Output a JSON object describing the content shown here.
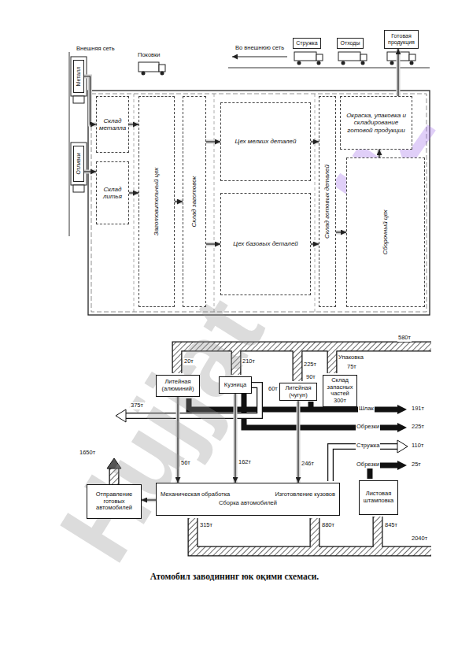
{
  "diagram": {
    "caption": "Атомобил заводининг юк оқими схемаси.",
    "nodes": [
      {
        "text": [
          "Склад металла"
        ]
      },
      {
        "text": [
          "Склад литья"
        ]
      },
      {
        "text": [
          "Заготовительный цех"
        ]
      },
      {
        "text": [
          "Склад заготовок"
        ]
      },
      {
        "text": [
          "Цех мелких деталей"
        ]
      },
      {
        "text": [
          "Цех базовых деталей"
        ]
      },
      {
        "text": [
          "Склад готовых деталей"
        ]
      },
      {
        "text": [
          "Окраска, упаковка и складирование готовой продукции"
        ]
      },
      {
        "text": [
          "Сборочный цех"
        ]
      },
      {
        "text": [
          "Металл"
        ]
      },
      {
        "text": [
          "Отливки"
        ]
      },
      {
        "text": [
          "Стружка"
        ]
      },
      {
        "text": [
          "Отходы"
        ]
      },
      {
        "text": [
          "Готовая продукция"
        ]
      },
      {
        "text": [
          "Литейная (алюминий)"
        ]
      },
      {
        "text": [
          "Кузница"
        ]
      },
      {
        "text": [
          "Литейная (чугун)"
        ]
      },
      {
        "text": [
          "Склад запасных частей 300т"
        ]
      },
      {
        "text": [
          "Механическая обработка",
          "Изготовление кузовов",
          "Сборка автомобилей"
        ]
      },
      {
        "text": [
          "Отправление готовых автомобилей"
        ]
      },
      {
        "text": [
          "Листовая штамповка"
        ]
      }
    ],
    "edges": [
      {
        "from": 9,
        "to": 0,
        "arrow": "to"
      },
      {
        "from": 10,
        "to": 1,
        "arrow": "to"
      },
      {
        "from": 0,
        "to": 2,
        "arrow": "to"
      },
      {
        "from": 1,
        "to": 2,
        "arrow": "to"
      },
      {
        "from": 2,
        "to": 3,
        "arrow": "to"
      },
      {
        "from": 3,
        "to": 4,
        "arrow": "to"
      },
      {
        "from": 3,
        "to": 5,
        "arrow": "to"
      },
      {
        "from": 4,
        "to": 6,
        "arrow": "to"
      },
      {
        "from": 5,
        "to": 6,
        "arrow": "to"
      },
      {
        "from": 6,
        "to": 8,
        "arrow": "to"
      },
      {
        "from": 8,
        "to": 7,
        "arrow": "to"
      },
      {
        "from": 7,
        "to": 13,
        "arrow": "to"
      },
      {
        "from": 14,
        "to": 18,
        "label": "56т",
        "arrow": "to"
      },
      {
        "from": 15,
        "to": 18,
        "label": "162т",
        "arrow": "to"
      },
      {
        "from": 16,
        "to": 18,
        "label": "246т",
        "arrow": "to"
      },
      {
        "from": 18,
        "to": 19,
        "arrow": "to"
      }
    ],
    "labels": [
      "Внешняя сеть",
      "Поковки",
      "Во внешнюю сеть",
      "580т",
      "20т",
      "210т",
      "225т",
      "Упаковка",
      "75т",
      "60т",
      "90т",
      "Шлак",
      "191т",
      "Обрезки",
      "225т",
      "Стружка",
      "110т",
      "Обрезки",
      "25т",
      "375т",
      "1650т",
      "315т",
      "880т",
      "845т",
      "2040т",
      "Hujjat",
      ".uz"
    ]
  }
}
